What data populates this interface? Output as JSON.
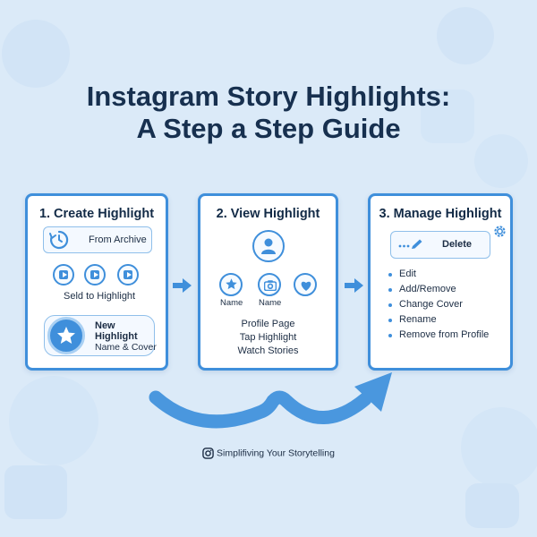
{
  "title_line1": "Instagram Story Highlights:",
  "title_line2": "A Step a Step Guide",
  "steps": [
    {
      "title": "1. Create Highlight",
      "archive_label": "From Archive",
      "select_label": "Seld to Highlight",
      "new_highlight_label": "New Highlight",
      "name_cover_label": "Name & Cover"
    },
    {
      "title": "2. View Highlight",
      "highlight_names": [
        "Name",
        "Name"
      ],
      "lines": [
        "Profile Page",
        "Tap Highlight",
        "Watch Stories"
      ]
    },
    {
      "title": "3. Manage Highlight",
      "delete_label": "Delete",
      "options": [
        "Edit",
        "Add/Remove",
        "Change Cover",
        "Rename",
        "Remove from Profile"
      ]
    }
  ],
  "footer": "Simplifiving Your Storytelling",
  "colors": {
    "accent": "#3f8fdb",
    "title": "#17304f",
    "background": "#dbeaf8"
  }
}
